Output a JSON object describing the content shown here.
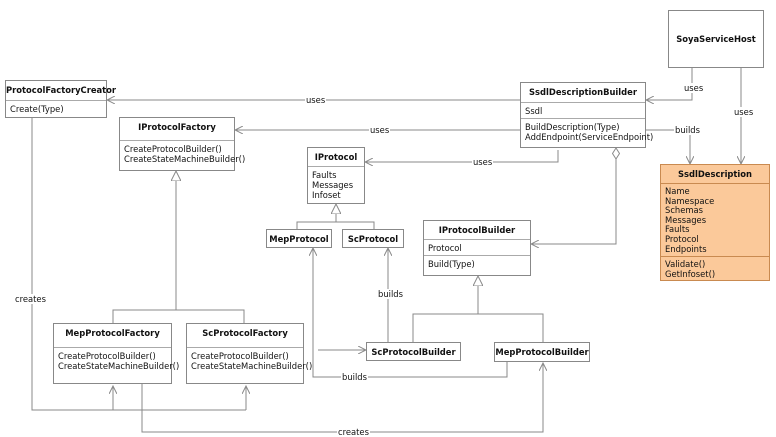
{
  "classes": {
    "soya_service_host": {
      "name": "SoyaServiceHost"
    },
    "protocol_factory_creator": {
      "name": "ProtocolFactoryCreator",
      "methods": [
        "Create(Type)"
      ]
    },
    "ssdl_description_builder": {
      "name": "SsdlDescriptionBuilder",
      "fields": [
        "Ssdl"
      ],
      "methods": [
        "BuildDescription(Type)",
        "AddEndpoint(ServiceEndpoint)"
      ]
    },
    "iprotocol_factory": {
      "name": "IProtocolFactory",
      "methods": [
        "CreateProtocolBuilder()",
        "CreateStateMachineBuilder()"
      ]
    },
    "iprotocol": {
      "name": "IProtocol",
      "fields": [
        "Faults",
        "Messages",
        "Infoset"
      ]
    },
    "ssdl_description": {
      "name": "SsdlDescription",
      "fields": [
        "Name",
        "Namespace",
        "Schemas",
        "Messages",
        "Faults",
        "Protocol",
        "Endpoints"
      ],
      "methods": [
        "Validate()",
        "GetInfoset()"
      ]
    },
    "mep_protocol": {
      "name": "MepProtocol"
    },
    "sc_protocol": {
      "name": "ScProtocol"
    },
    "iprotocol_builder": {
      "name": "IProtocolBuilder",
      "fields": [
        "Protocol"
      ],
      "methods": [
        "Build(Type)"
      ]
    },
    "mep_protocol_factory": {
      "name": "MepProtocolFactory",
      "methods": [
        "CreateProtocolBuilder()",
        "CreateStateMachineBuilder()"
      ]
    },
    "sc_protocol_factory": {
      "name": "ScProtocolFactory",
      "methods": [
        "CreateProtocolBuilder()",
        "CreateStateMachineBuilder()"
      ]
    },
    "sc_protocol_builder": {
      "name": "ScProtocolBuilder"
    },
    "mep_protocol_builder": {
      "name": "MepProtocolBuilder"
    }
  },
  "labels": {
    "host_uses_builder": "uses",
    "host_uses_description": "uses",
    "builder_uses_creator": "uses",
    "builder_uses_factory": "uses",
    "builder_uses_iprotocol": "uses",
    "builder_builds_description": "builds",
    "creator_creates": "creates",
    "sc_builder_builds": "builds",
    "mep_builder_builds": "builds",
    "factories_create": "creates"
  },
  "colors": {
    "line": "#888888",
    "box_border": "#888888",
    "highlight_fill": "#fbc99a",
    "highlight_border": "#c98a50"
  }
}
